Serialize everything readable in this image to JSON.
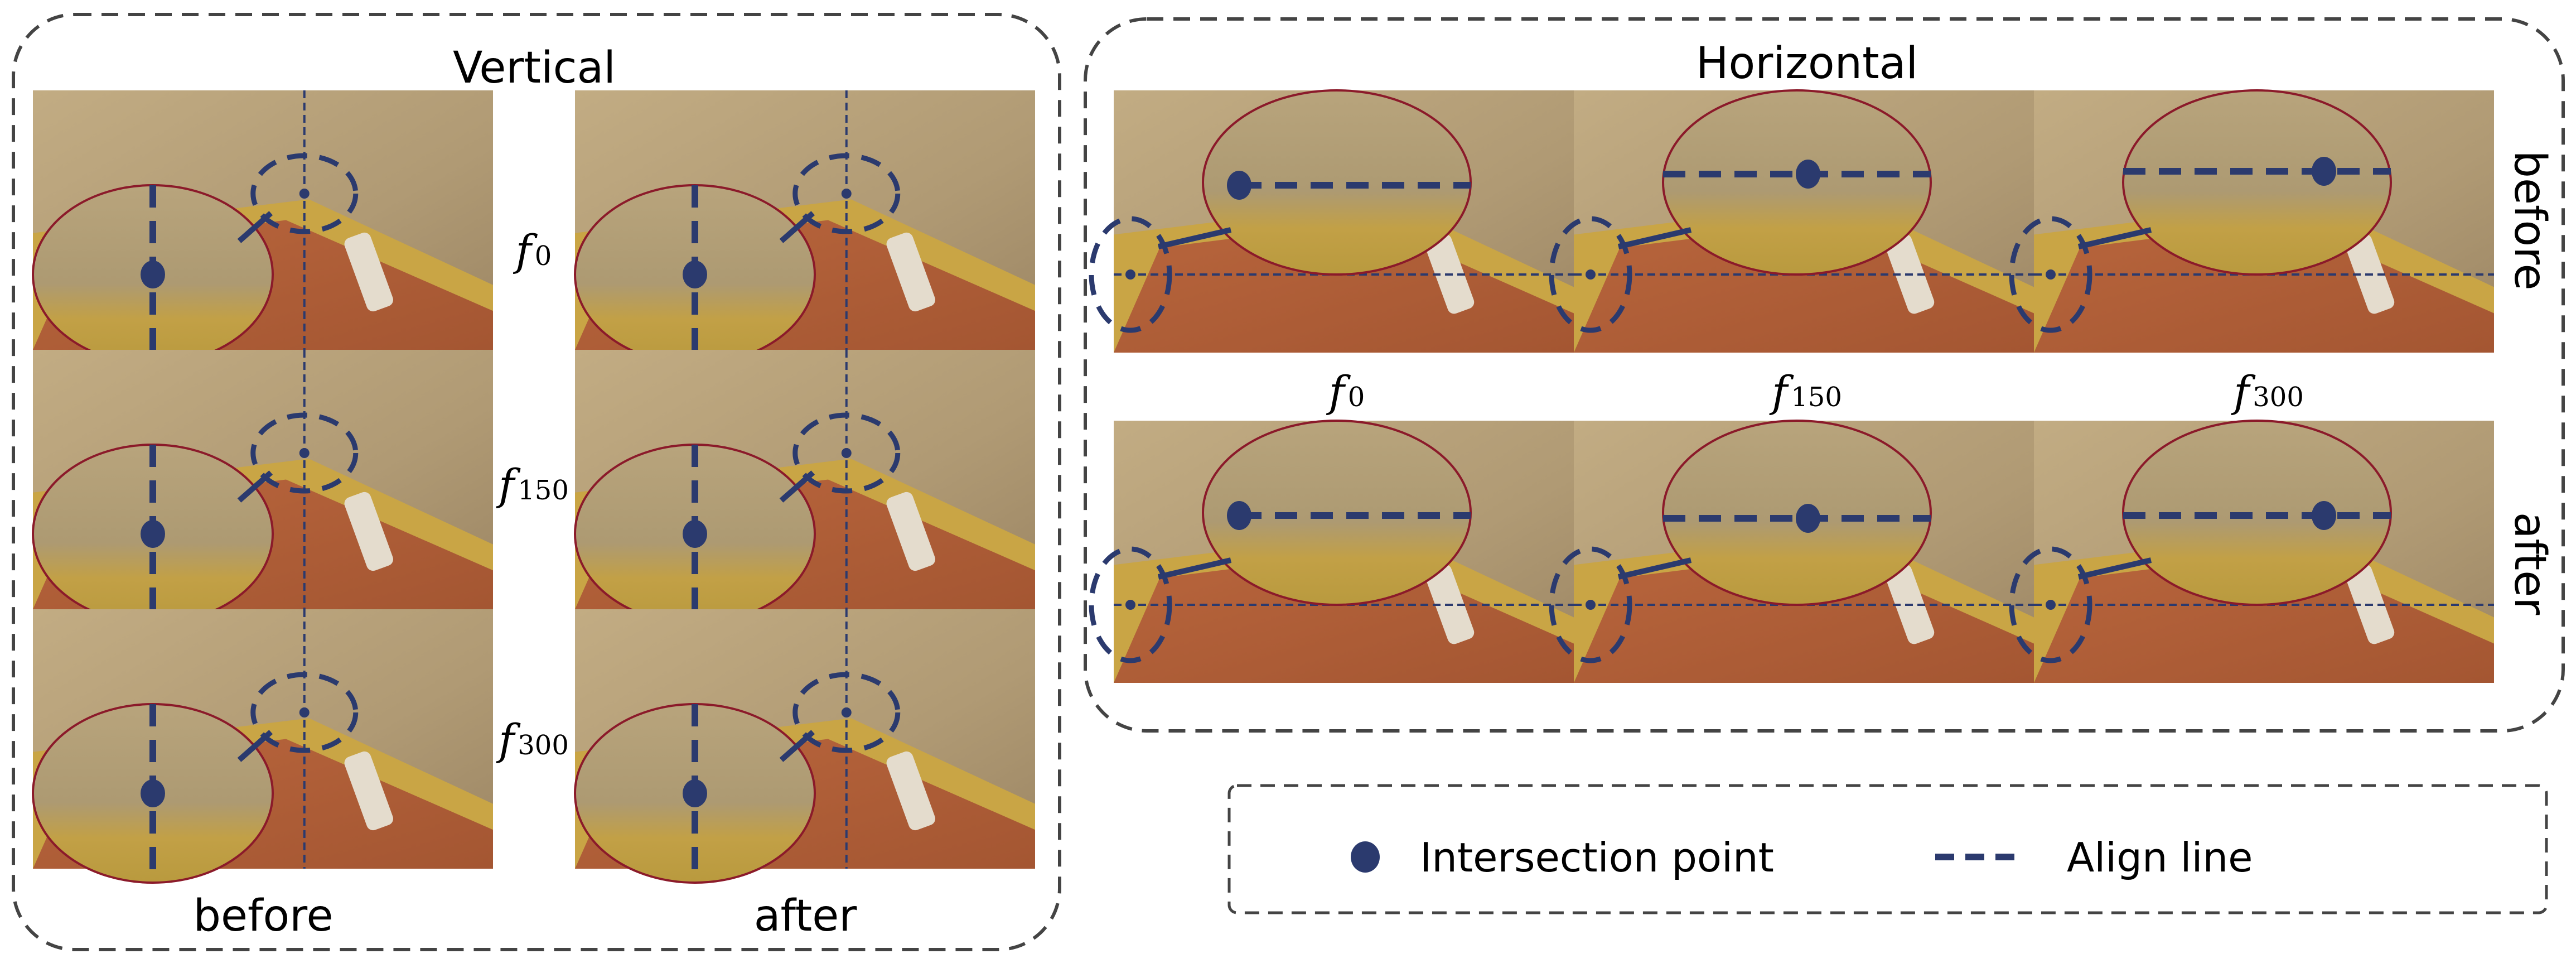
{
  "vertical": {
    "title": "Vertical",
    "column_labels": [
      "before",
      "after"
    ],
    "frame_labels": [
      {
        "f": "f",
        "sub": "0"
      },
      {
        "f": "f",
        "sub": "150"
      },
      {
        "f": "f",
        "sub": "300"
      }
    ]
  },
  "horizontal": {
    "title": "Horizontal",
    "row_labels": [
      "before",
      "after"
    ],
    "frame_labels": [
      {
        "f": "f",
        "sub": "0"
      },
      {
        "f": "f",
        "sub": "150"
      },
      {
        "f": "f",
        "sub": "300"
      }
    ]
  },
  "legend": {
    "intersection_label": "Intersection point",
    "align_label": "Align line"
  },
  "colors": {
    "marker": "#2b3a6e",
    "ellipse_border": "#8b1a2a",
    "box_border": "#444444",
    "wall": "#b9a37a",
    "cloth": "#b45f3a",
    "floor": "#c9a545"
  }
}
